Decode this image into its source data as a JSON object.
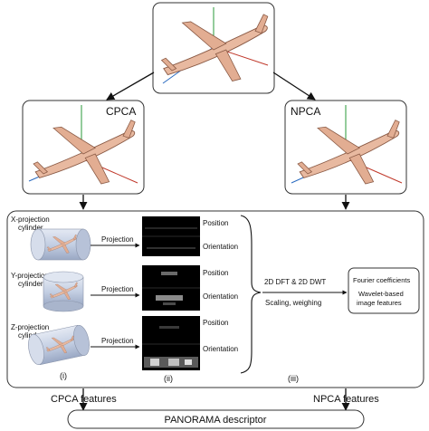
{
  "branches": {
    "left_label": "CPCA",
    "right_label": "NPCA"
  },
  "cylinders": [
    {
      "label_line1": "X-projection",
      "label_line2": "cylinder"
    },
    {
      "label_line1": "Y-projection",
      "label_line2": "cylinder"
    },
    {
      "label_line1": "Z-projection",
      "label_line2": "cylinder"
    }
  ],
  "projection_label": "Projection",
  "map_labels": {
    "position": "Position",
    "orientation": "Orientation"
  },
  "transform": {
    "line1": "2D DFT & 2D DWT",
    "line2": "Scaling, weighing"
  },
  "features_box": {
    "line1": "Fourier coefficients",
    "line2": "Wavelet-based",
    "line3": "image features"
  },
  "stage_labels": {
    "i": "(i)",
    "ii": "(ii)",
    "iii": "(iii)"
  },
  "outputs": {
    "left": "CPCA features",
    "right": "NPCA features"
  },
  "descriptor": "PANORAMA descriptor",
  "colors": {
    "plane_fill": "#e8b9a0",
    "plane_stroke": "#8a5a45",
    "cylinder_fill": "#c9d3e6",
    "axis_green": "#2a9a3a",
    "axis_red": "#c0392b"
  }
}
